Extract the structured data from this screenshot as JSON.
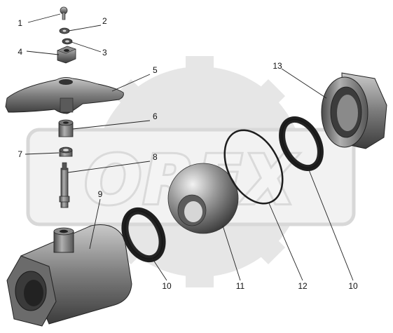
{
  "watermark": {
    "brand": "OREX",
    "color": "#e6e6e6"
  },
  "parts": [
    {
      "id": "bolt",
      "label": "1",
      "icon": "bolt-icon"
    },
    {
      "id": "washer",
      "label": "2",
      "icon": "washer-icon"
    },
    {
      "id": "small-ring",
      "label": "3",
      "icon": "ring-icon"
    },
    {
      "id": "nut",
      "label": "4",
      "icon": "nut-icon"
    },
    {
      "id": "handle",
      "label": "5",
      "icon": "handle-icon"
    },
    {
      "id": "stem-bushing",
      "label": "6",
      "icon": "bushing-icon"
    },
    {
      "id": "stem-ring",
      "label": "7",
      "icon": "ring-icon"
    },
    {
      "id": "stem",
      "label": "8",
      "icon": "stem-icon"
    },
    {
      "id": "valve-body",
      "label": "9",
      "icon": "valve-body-icon"
    },
    {
      "id": "seal-ring-left",
      "label": "10",
      "icon": "seal-ring-icon"
    },
    {
      "id": "ball",
      "label": "11",
      "icon": "ball-icon"
    },
    {
      "id": "o-ring",
      "label": "12",
      "icon": "o-ring-icon"
    },
    {
      "id": "seal-ring-right",
      "label": "10",
      "icon": "seal-ring-icon"
    },
    {
      "id": "end-fitting",
      "label": "13",
      "icon": "end-fitting-icon"
    }
  ]
}
